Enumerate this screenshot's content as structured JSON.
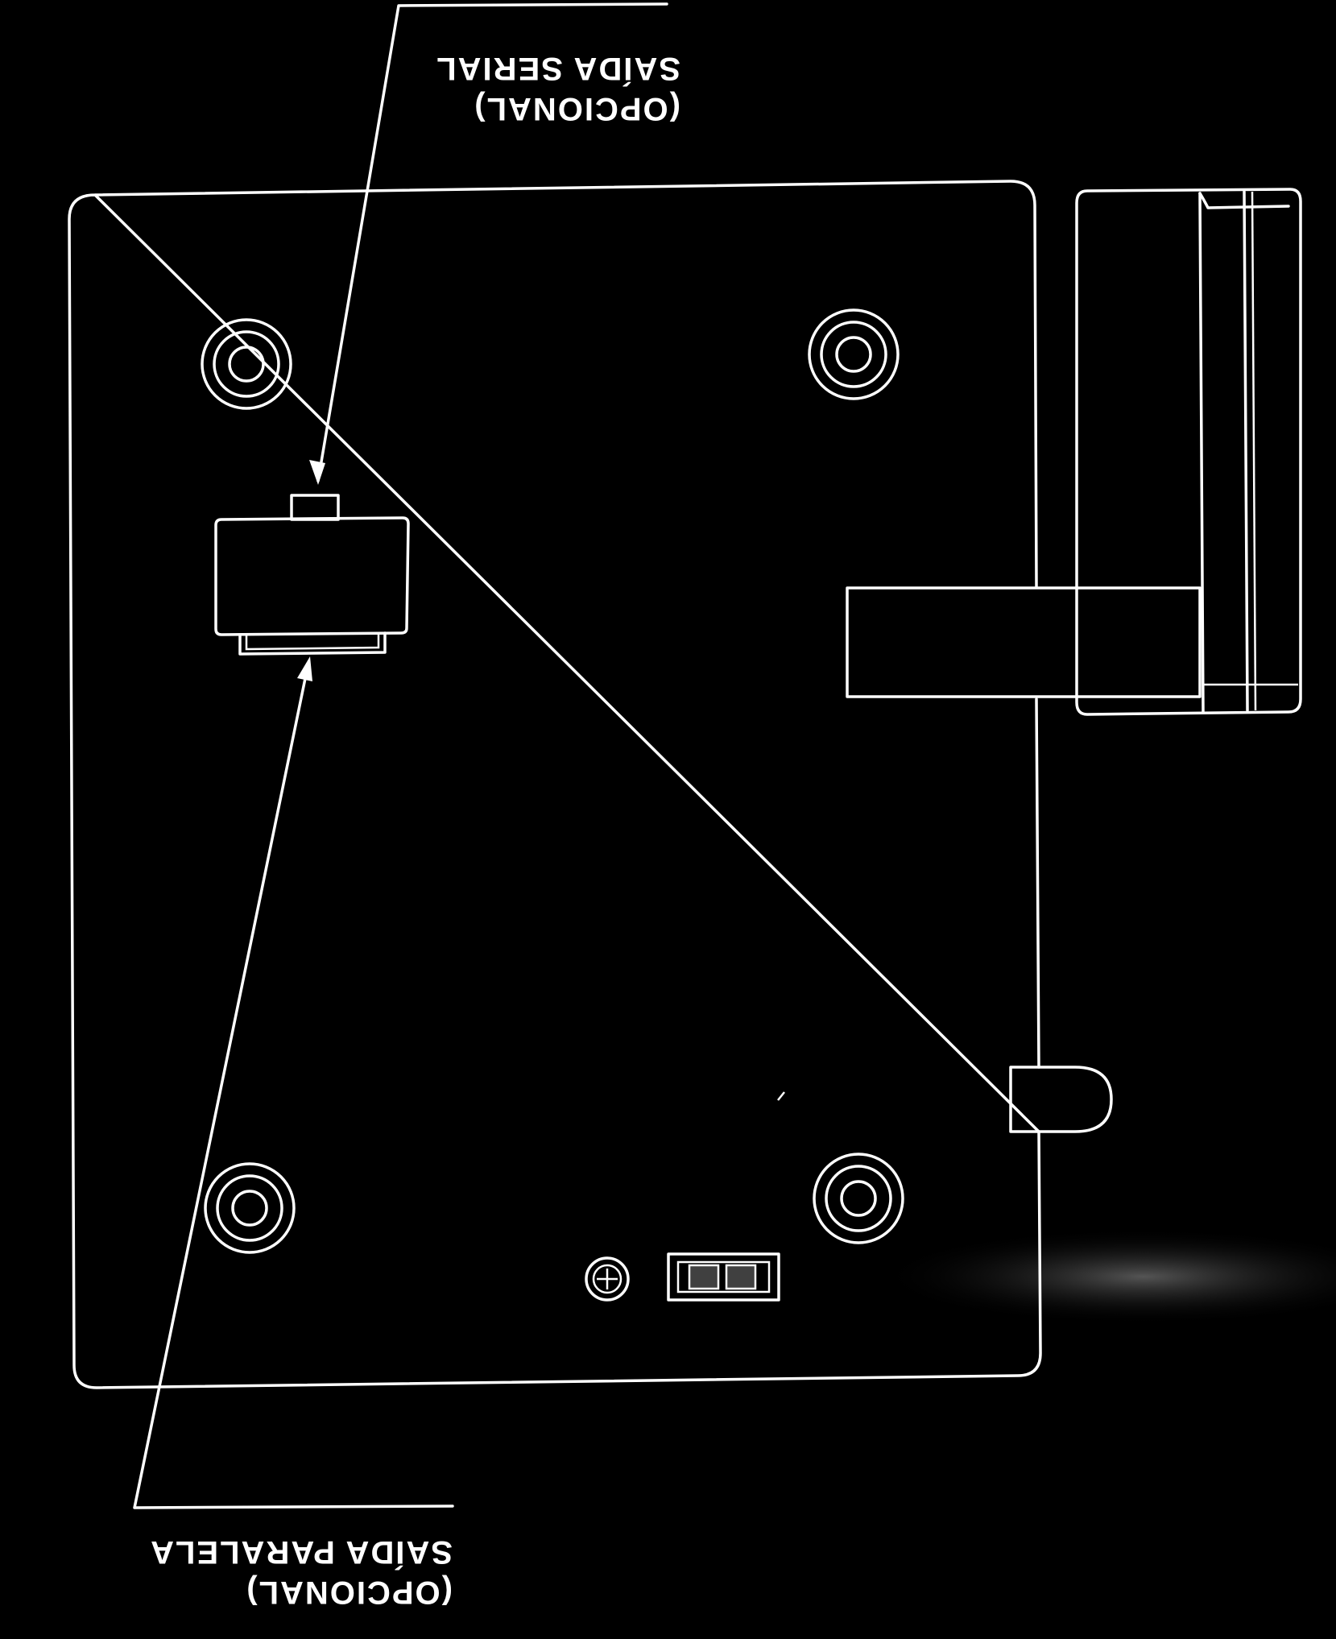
{
  "callouts": {
    "serial": {
      "line1": "SAÍDA SERIAL",
      "line2": "(OPCIONAL)"
    },
    "parallel": {
      "line1": "SAÍDA PARALELA",
      "line2": "(OPCIONAL)"
    }
  },
  "colors": {
    "background": "#000000",
    "linework": "#ffffff"
  }
}
